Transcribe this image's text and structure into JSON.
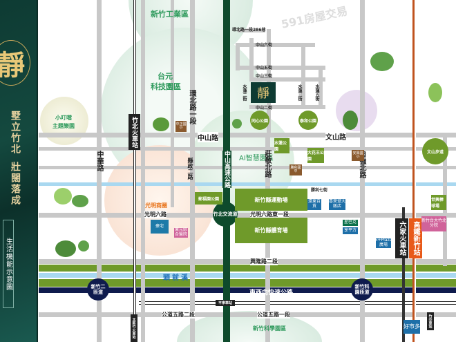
{
  "sidebar": {
    "logo": "靜",
    "slogan1": "墅立竹北",
    "slogan2": "壯闊落成",
    "caption": "生活機能示意圖"
  },
  "areas": {
    "industrial": "新竹工業區",
    "taiyuan1": "台元",
    "taiyuan2": "科技園區",
    "doraemon1": "小叮噹",
    "doraemon2": "主題樂園",
    "ai": "AI智慧園區",
    "guangming": "光明商圈",
    "science": "新竹科學園區"
  },
  "roads": {
    "zhonghua": "中華路",
    "huanbei": "環北路一段",
    "zhongshan": "中山路",
    "wenshan": "文山路",
    "lane286": "環北路一段286巷",
    "zs6": "中山六街",
    "zs5": "中山五街",
    "zs3": "中山三街",
    "zs2": "中山二街",
    "sl2": "水蓮二街",
    "sl3": "水蓮三街",
    "sl5": "水蓮五街",
    "zhuangjing": "莊敬北路",
    "ziqiang": "自強北路",
    "xianzheng": "縣政二路",
    "shengli7": "勝利七街",
    "gm6": "光明六路",
    "gm6e": "光明六路東一段",
    "xinglong": "興隆路二段",
    "expressway": "東西向快速公路",
    "gd5_2": "公道五路二段",
    "gd5_1": "公道五路一段",
    "freeway": "中山高速公路",
    "creek": "頭前溪"
  },
  "stations": {
    "zhubei": "竹北火車站",
    "liujia": "六家火車站",
    "hsr": "高鐵新竹站",
    "pingmo": "平寧車站",
    "zhuzhong": "竹中車站",
    "beixinzhu": "北新竹火車站"
  },
  "interchanges": {
    "zhubei": "竹北交流道",
    "hsinchu2": "新竹二匝道",
    "sciencepark": "新竹科園匝道"
  },
  "parks": {
    "tongxin": "同心公園",
    "tailli": "泰和公園",
    "shuilian": "水蓮公園",
    "dahuawang": "大花王公園",
    "wenshan": "文山步道",
    "gym": "新竹縣體育場",
    "stadium": "新竹縣運動場",
    "baseball": "世興棒球場",
    "qixing": "郵福園公園"
  },
  "schools": {
    "zhongzheng": "中正國小",
    "shengli": "勝利國中",
    "anxing": "安興國小"
  },
  "poi": {
    "yuandong": "遠東百貨",
    "xilaideng": "喜來登大飯店",
    "haoshiduo": "好市多",
    "ntu": "新竹台大竹北分院",
    "dongyuan": "東元綜合醫院",
    "plaza": "6+Plaza廣場",
    "starbucks": "星巴克",
    "houseprice": "豪宅",
    "xiangqi": "享平方"
  },
  "watermark": "591房屋交易",
  "colors": {
    "side": "#0e3b33",
    "road": "#c8c8c8",
    "freeway": "#0e4a2c",
    "express": "#0f1b4d",
    "hsr": "#e85a1a",
    "park": "#6f9a2a",
    "river": "#a9d8f0"
  }
}
